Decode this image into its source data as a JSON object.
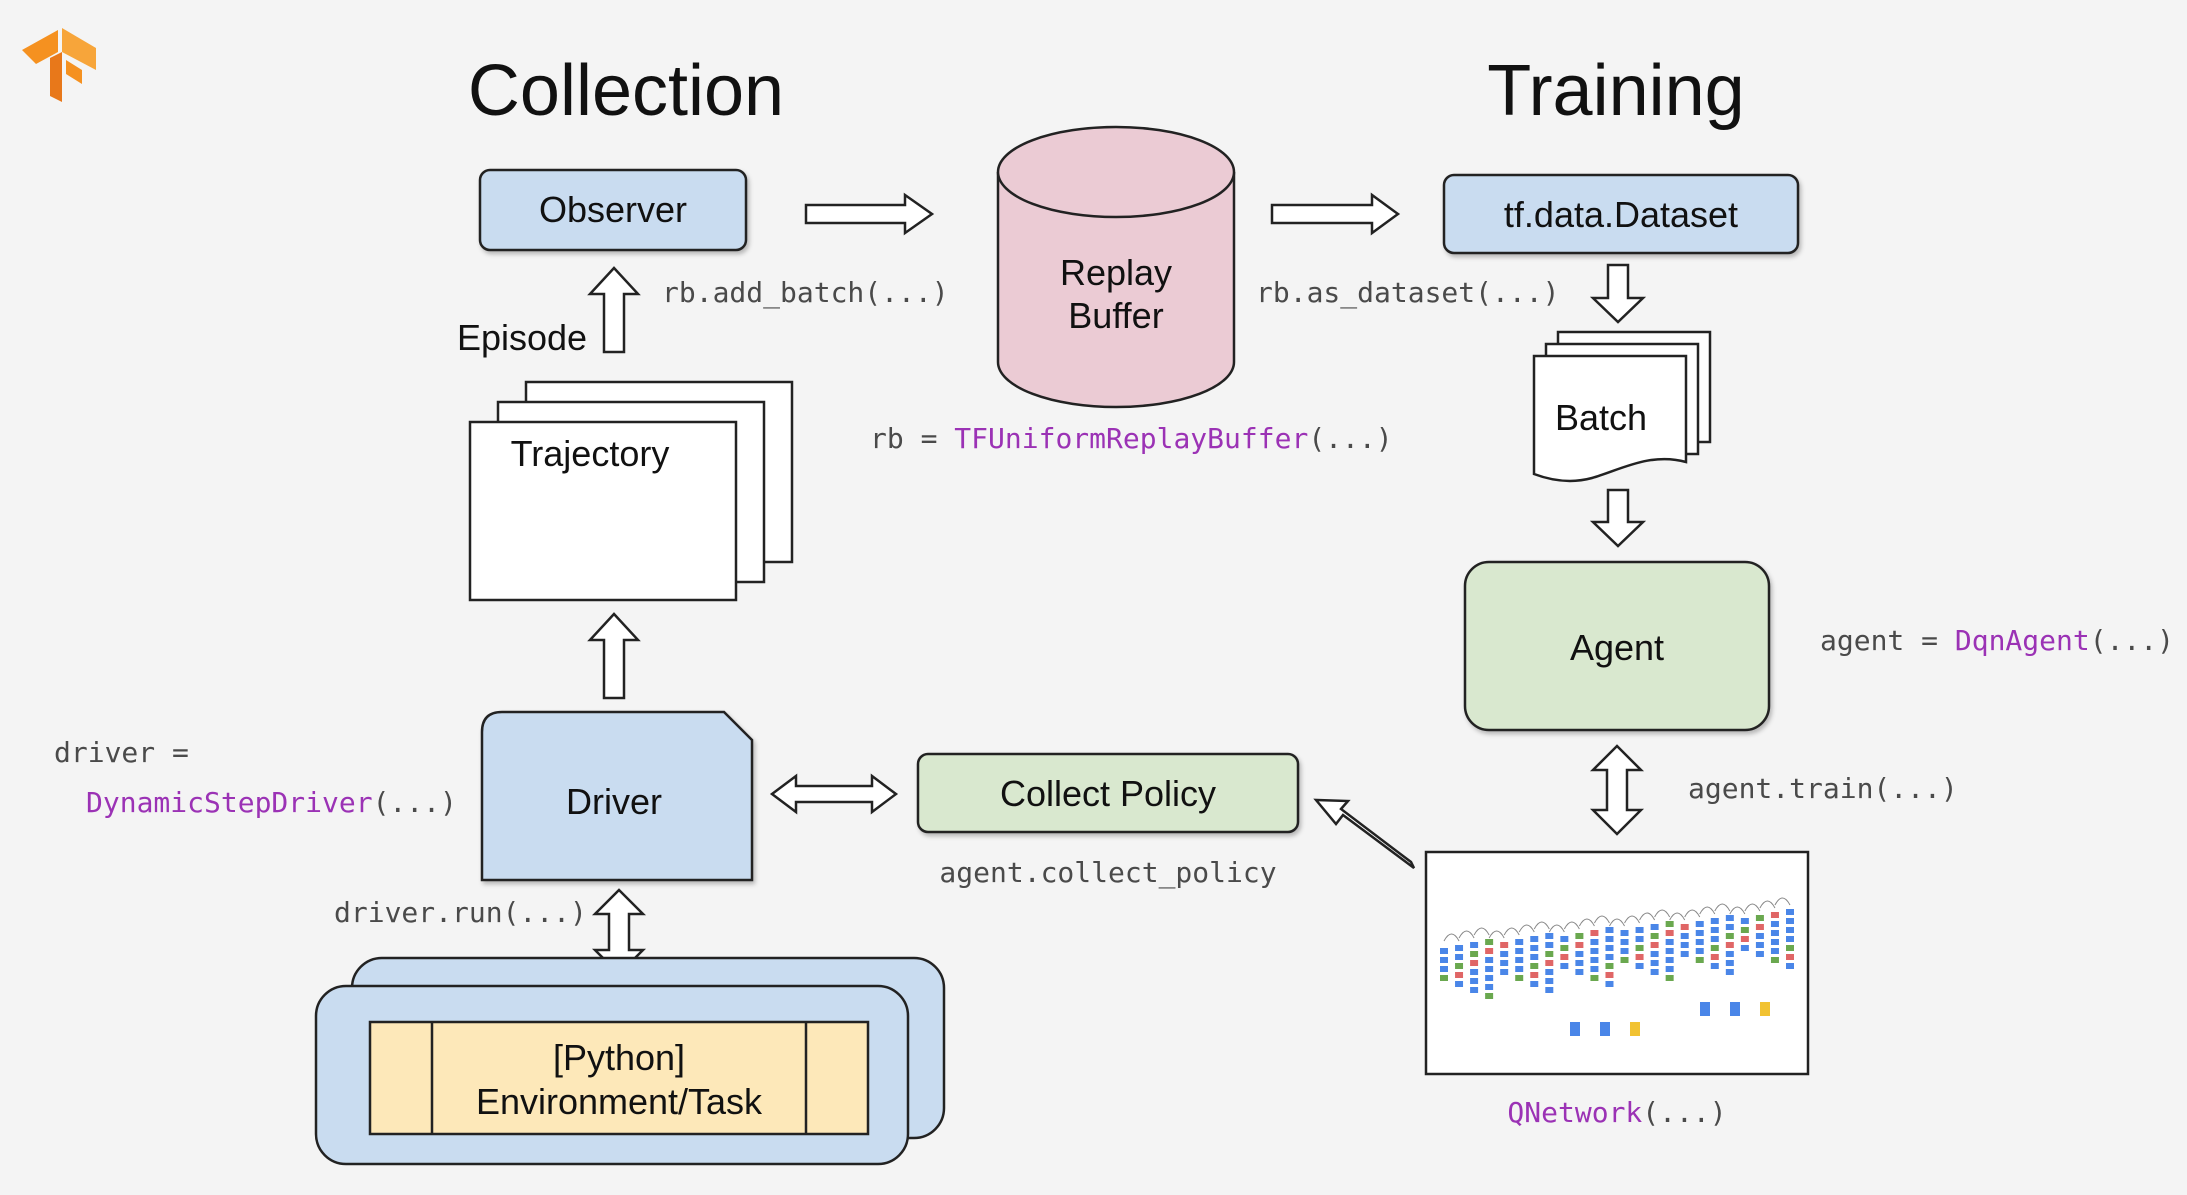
{
  "sections": {
    "collection": "Collection",
    "training": "Training"
  },
  "nodes": {
    "observer": "Observer",
    "replay_buffer_line1": "Replay",
    "replay_buffer_line2": "Buffer",
    "dataset": "tf.data.Dataset",
    "batch": "Batch",
    "trajectory": "Trajectory",
    "episode": "Episode",
    "agent": "Agent",
    "collect_policy": "Collect Policy",
    "driver": "Driver",
    "environment_line1": "[Python]",
    "environment_line2": "Environment/Task"
  },
  "code": {
    "add_batch": "rb.add_batch(...)",
    "as_dataset": "rb.as_dataset(...)",
    "rb_prefix": "rb = ",
    "rb_class": "TFUniformReplayBuffer",
    "rb_suffix": "(...)",
    "agent_prefix": "agent = ",
    "agent_class": "DqnAgent",
    "agent_suffix": "(...)",
    "agent_train": "agent.train(...)",
    "collect_policy": "agent.collect_policy",
    "driver_prefix": "driver =",
    "driver_class": "DynamicStepDriver",
    "driver_suffix": "(...)",
    "driver_run": "driver.run(...)",
    "qnetwork_class": "QNetwork",
    "qnetwork_suffix": "(...)"
  },
  "colors": {
    "blue_box": "#c9dcf0",
    "pink_cylinder": "#ebcbd4",
    "green_box": "#d9e8cf",
    "yellow_box": "#fde8b9",
    "code_purple": "#9b32b5",
    "code_gray": "#4a4a4a",
    "logo_orange": "#f59120"
  },
  "icons": {
    "logo": "tensorflow-logo-icon",
    "network": "neural-network-graph-icon"
  }
}
